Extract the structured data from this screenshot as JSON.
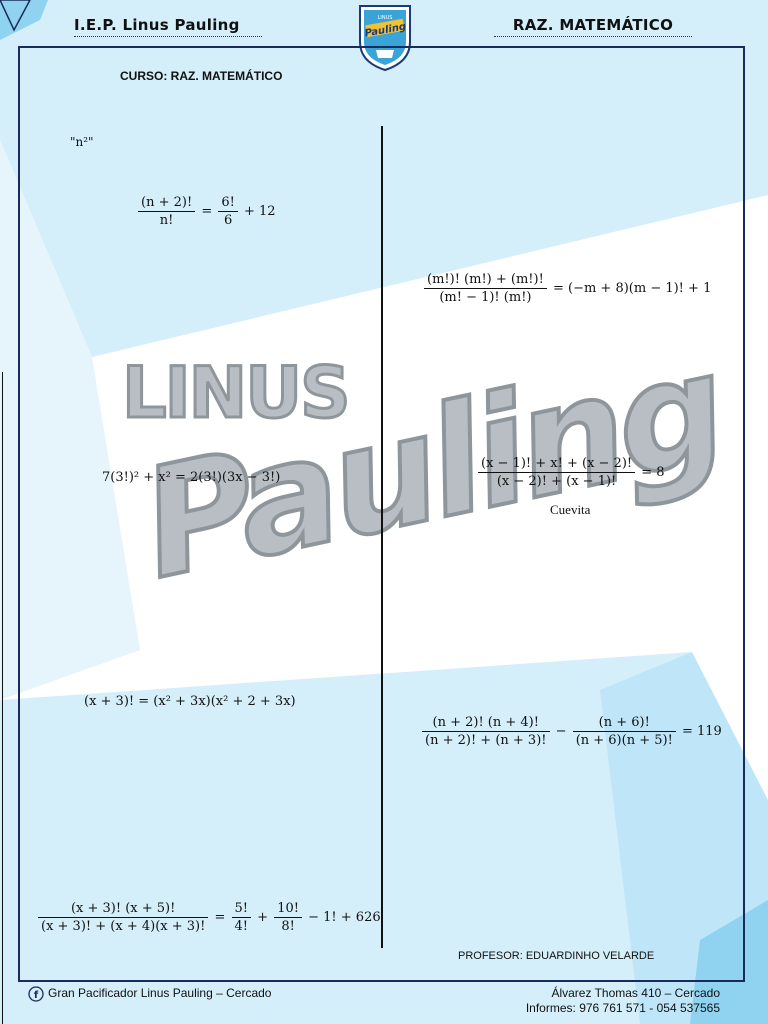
{
  "header": {
    "school": "I.E.P. Linus Pauling",
    "subject": "RAZ. MATEMÁTICO",
    "logo_text_top": "LINUS",
    "logo_text_main": "Pauling"
  },
  "course": "CURSO: RAZ. MATEMÁTICO",
  "watermark": {
    "line1": "LINUS",
    "line2": "Pauling"
  },
  "left_column": {
    "label": "\"n²\"",
    "eq1": {
      "num": "(n + 2)!",
      "den": "n!",
      "eq": "=",
      "rnum": "6!",
      "rden": "6",
      "tail": "+ 12"
    },
    "eq2": "7(3!)² + x² = 2(3!)(3x − 3!)",
    "eq3": "(x + 3)! = (x² + 3x)(x² + 2 + 3x)",
    "eq4": {
      "num": "(x + 3)! (x + 5)!",
      "den": "(x + 3)! + (x + 4)(x + 3)!",
      "eq": "=",
      "f1num": "5!",
      "f1den": "4!",
      "plus": "+",
      "f2num": "10!",
      "f2den": "8!",
      "tail": "− 1! + 626"
    }
  },
  "right_column": {
    "eq1": {
      "num": "(m!)! (m!) + (m!)!",
      "den": "(m! − 1)! (m!)",
      "tail": "= (−m + 8)(m − 1)! + 1"
    },
    "eq2": {
      "num": "(x − 1)! + x! + (x − 2)!",
      "den": "(x − 2)! + (x − 1)!",
      "tail": "= 8"
    },
    "note": "Cuevita",
    "eq3": {
      "f1num": "(n + 2)! (n + 4)!",
      "f1den": "(n + 2)! + (n + 3)!",
      "minus": "−",
      "f2num": "(n + 6)!",
      "f2den": "(n + 6)(n + 5)!",
      "tail": "= 119"
    }
  },
  "professor": "PROFESOR: EDUARDINHO VELARDE",
  "footer": {
    "left": "Gran Pacificador Linus Pauling – Cercado",
    "right_line1": "Álvarez Thomas 410 – Cercado",
    "right_line2": "Informes: 976 761 571 - 054 537565"
  },
  "colors": {
    "background_light": "#d4eefa",
    "background_mid": "#bfe6f8",
    "frame": "#1a2a5a",
    "watermark": "#b8bec4"
  }
}
